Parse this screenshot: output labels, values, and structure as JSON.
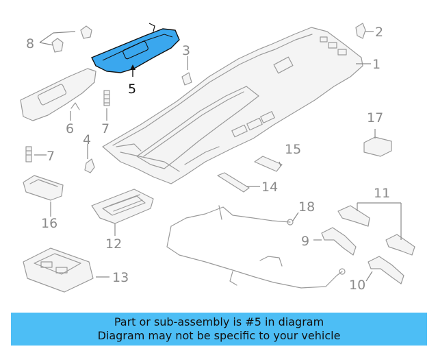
{
  "callouts": [
    {
      "id": "1",
      "text": "1"
    },
    {
      "id": "2",
      "text": "2"
    },
    {
      "id": "3",
      "text": "3"
    },
    {
      "id": "4",
      "text": "4"
    },
    {
      "id": "5",
      "text": "5"
    },
    {
      "id": "6",
      "text": "6"
    },
    {
      "id": "7a",
      "text": "7"
    },
    {
      "id": "7b",
      "text": "7"
    },
    {
      "id": "8",
      "text": "8"
    },
    {
      "id": "9",
      "text": "9"
    },
    {
      "id": "10",
      "text": "10"
    },
    {
      "id": "11",
      "text": "11"
    },
    {
      "id": "12",
      "text": "12"
    },
    {
      "id": "13",
      "text": "13"
    },
    {
      "id": "14",
      "text": "14"
    },
    {
      "id": "15",
      "text": "15"
    },
    {
      "id": "16",
      "text": "16"
    },
    {
      "id": "17",
      "text": "17"
    },
    {
      "id": "18",
      "text": "18"
    }
  ],
  "highlight": {
    "part": "5",
    "color": "#3aa7ee"
  },
  "caption": {
    "line1": "Part or sub-assembly is #5 in diagram",
    "line2": "Diagram may not be specific to your vehicle",
    "color": "#4dbef5"
  }
}
